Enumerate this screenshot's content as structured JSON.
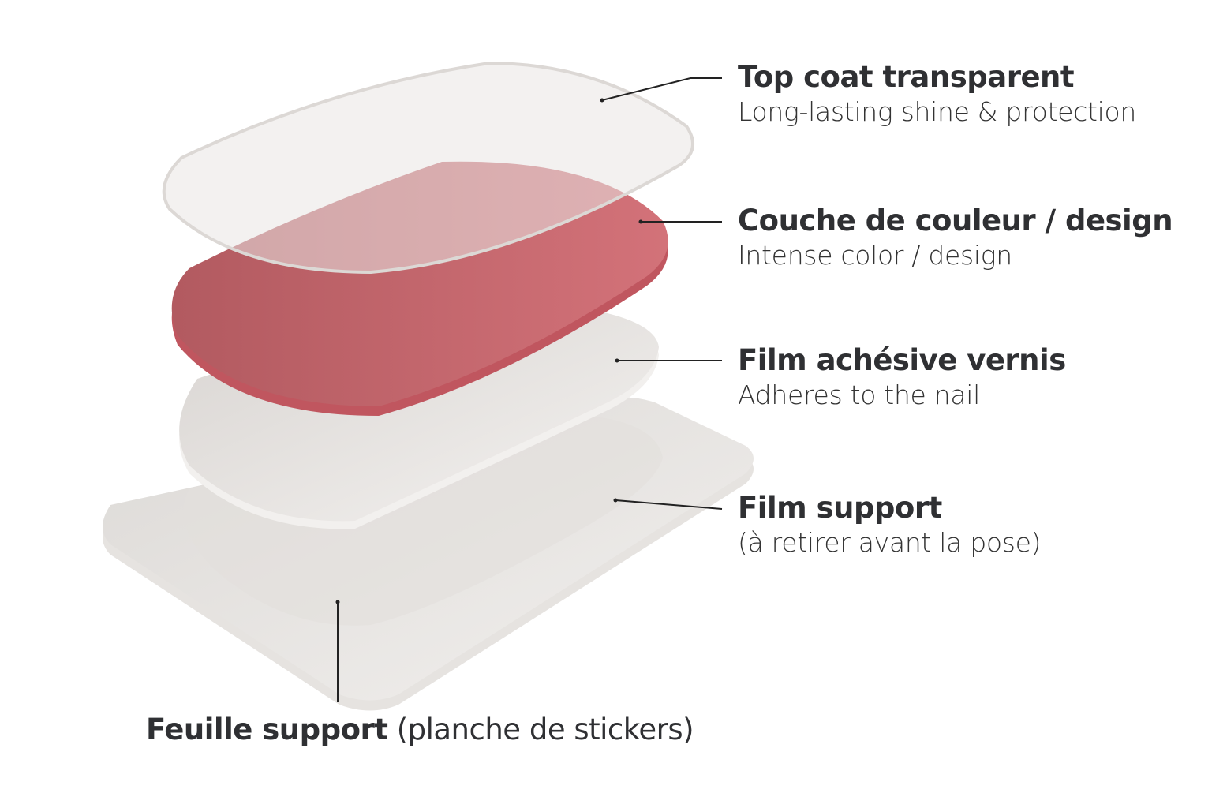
{
  "layers": [
    {
      "title": "Top coat transparent",
      "subtitle": "Long-lasting shine & protection"
    },
    {
      "title": "Couche de couleur / design",
      "subtitle": "Intense color / design"
    },
    {
      "title": "Film achésive vernis",
      "subtitle": "Adheres to the nail"
    },
    {
      "title": "Film support",
      "subtitle": "(à retirer avant la pose)"
    }
  ],
  "base": {
    "title": "Feuille support",
    "subtitle": "(planche de stickers)"
  },
  "colors": {
    "color_layer": "#c8626a",
    "film": "#efedeb",
    "text": "#2f3033"
  }
}
